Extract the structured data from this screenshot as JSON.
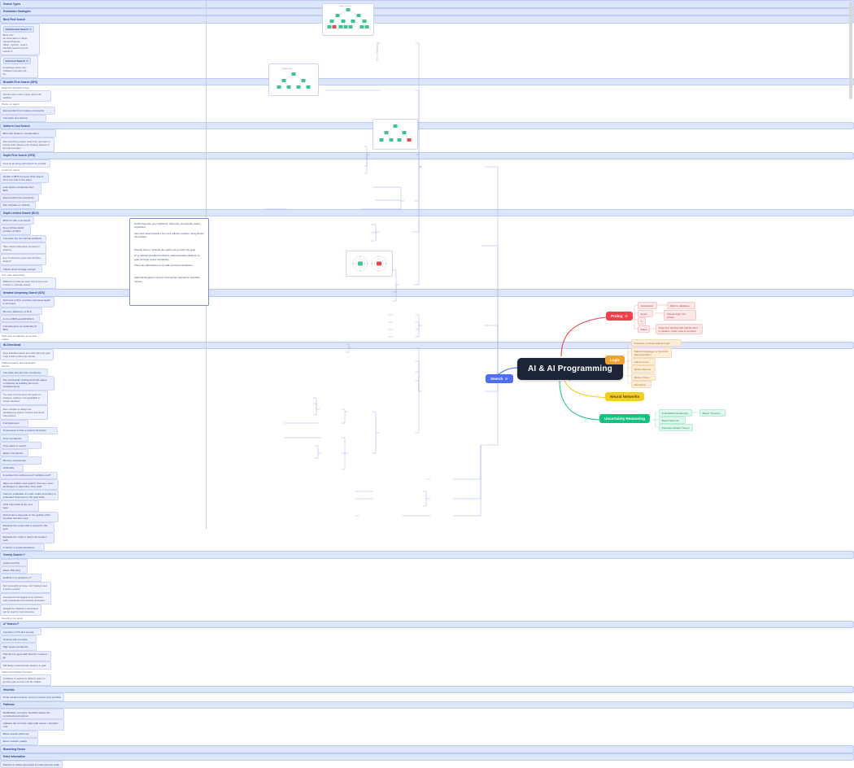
{
  "central": {
    "title": "AI & AI Programming"
  },
  "main_branches": [
    {
      "id": "search",
      "label": "Search",
      "tag": "IP",
      "color": "#4f6ef7"
    },
    {
      "id": "prolog",
      "label": "Prolog",
      "tag": "IP",
      "color": "#f1404a"
    },
    {
      "id": "logic",
      "label": "Logic",
      "tag": "",
      "color": "#f0a030"
    },
    {
      "id": "neural",
      "label": "Neural Networks",
      "tag": "",
      "color": "#f2cf24"
    },
    {
      "id": "uncertainty",
      "label": "Uncertainty Reasoning",
      "tag": "",
      "color": "#17c180"
    }
  ],
  "prolog": {
    "items": [
      {
        "label": "Assertation",
        "child": "Adds to database"
      },
      {
        "label": "Query",
        "child": "Checks logic of a phrase"
      },
      {
        "label": "?-",
        "child": ""
      },
      {
        "label": "Rules",
        "child": "Argument starting with capital letter is variable, lower case is constant"
      }
    ]
  },
  "logic": {
    "items": [
      "Predicate vs Propositional Logic",
      "Natural Language vs Symbolic Representation",
      "Clause Form",
      "Modus Ponens",
      "Modus Tolens",
      "Resolution"
    ]
  },
  "uncertainty": {
    "items": [
      {
        "label": "Probabilistic Reasoning",
        "child": "Bayes' Theorem"
      },
      {
        "label": "Belief Networks",
        "child": ""
      },
      {
        "label": "Dempster-Shafer Theory",
        "child": ""
      }
    ]
  },
  "search": {
    "groups": [
      {
        "id": "search-types",
        "label": "Search Types"
      },
      {
        "id": "uninformed-search",
        "label": "Uninformed Search",
        "tag": "IP"
      },
      {
        "id": "evaluation-strategies",
        "label": "Evaluation Strategies"
      },
      {
        "id": "best-first-search",
        "label": "Best First Search"
      },
      {
        "id": "informed-search",
        "label": "Informed Search",
        "tag": "IP"
      }
    ]
  },
  "uninformed_note": {
    "lines": [
      "Brute Last",
      "No information on Steps",
      "General Purpose",
      "Offset - optimal - search",
      "Heuristic search runs off...",
      "Lecture 3"
    ]
  },
  "informed_note": {
    "lines": [
      "Knowledge seems imp...",
      "Intelligent heuristic met...",
      "It's"
    ]
  },
  "bfs": {
    "label": "Breadth First Search (BFS)",
    "caption": "Searches breadth of tree",
    "notes": [
      "Checks every node in layer order until satisfied",
      "Works on depth"
    ],
    "children": [
      "Exponential time & space complexity",
      "Complete and optimal"
    ]
  },
  "ucs": {
    "label": "Uniform Cost Search",
    "child": "BFS with distance consideration",
    "note": "After searching a layer, search the next layer in priority order based on the shortest distance in the previous layer"
  },
  "dfs": {
    "label": "Depth First Search (DFS)",
    "notes": [
      "Goes as far along each branch as possible",
      "Useful for chess"
    ],
    "children": [
      "Similar to BFS but goes down layers from one side to the other",
      "Less space complexity than BFS",
      "Exponential time complexity",
      "Not complete or optimal"
    ]
  },
  "dls": {
    "label": "Depth Limited Search (DLS)",
    "children": [
      "BFS but with a set depth",
      "Fixes infinite depth problem of DFS",
      "Complete but not optimal solutions"
    ],
    "notes": [
      "Often used if information is known in advance",
      "E.g. if route home goes past 10 cities, always?",
      "Unless dmax is large enough",
      "Use case dependant",
      "Difficult to provide as dmax only known once problem is optimally solved"
    ]
  },
  "ids": {
    "label": "Iterative Deepening Search (IDS)",
    "children": [
      "Performs a DLS, and then increases depth if not found",
      "Memory efficiency of DLS",
      "A mix of BFS and DFS/DLS"
    ],
    "notes": [
      "Completeness an optimality of BFS",
      "High time complexity as revisits nodes"
    ]
  },
  "bidirectional": {
    "label": "Bi-Directional",
    "children": [
      "Does standard search from both start and goal node to find a path more quickly",
      "Complete and low time complexity",
      "Not necessarily optimal and high space complexity as building two trees simultaneously"
    ],
    "notes": [
      "You need to know where the goal is in advance, making it only applicable in certain situations",
      "More complex to design two simultaneous search monitors and check intersections",
      "Called forward- and backward-search"
    ]
  },
  "evaluation": {
    "items": [
      {
        "label": "Completeness",
        "note": "Guaranteed to find a solution (if exists)"
      },
      {
        "label": "Time Complexity",
        "note": "Time taken to search"
      },
      {
        "label": "Space Complexity",
        "note": "Memory requirement"
      },
      {
        "label": "Optimality",
        "note": "Is solution the optimal one if multiple exist?"
      }
    ]
  },
  "best_first": {
    "children": [
      "Same as uniform cost search, but uses more techniques to determine 'best' path",
      "Uses an evaluation to order nodes according to estimated closeness to the goal state",
      "UCS only looks at the next layer",
      "Performance depends on the quality of the heuristic function used"
    ],
    "notes": [
      "Expands the nodes that is closest to the goal",
      "Expands the node or least cost solution path"
    ],
    "variety": "A variety of implementations"
  },
  "greedy": {
    "label": "Greedy Search",
    "tag": "IP",
    "children": [
      "Quick and dirty",
      "Route Planning"
    ],
    "notes": [
      "Inefficient compared to A*",
      "Not necessarily an issue, don't always need a perfect solution",
      "Just goes for the biggest jump (shortest path) repeatedly until reaching destination",
      "Straight line distance to destination can be used for cost estimation",
      "Good but not great"
    ]
  },
  "astar": {
    "label": "A* Search",
    "tag": "IP",
    "children": [
      "Combines UCS and Greedy",
      "Optimal and complete",
      "High space complexity"
    ],
    "notes": [
      "How far I've gone with how far I need to go",
      "Will always underestimate distance to goal",
      "Called Admissible Heuristic",
      "Continues to explore for different option to get best path as there can be multiple"
    ]
  },
  "informed": {
    "items": [
      {
        "label": "Heuristic",
        "notes": [
          "Finds solution quicker versus in lowest time possible"
        ]
      },
      {
        "label": "Pathmax",
        "notes": [
          "Modification to ensure heuristic values are consistent and optimal",
          "Updates the heuristic value with actual + heuristic cost"
        ],
        "left_notes": [
          "Better search efficiency",
          "Better solution quality"
        ]
      },
      {
        "label": "Branching Factor",
        "child": "Extra Information",
        "notes": [
          "Number of nodes generated by each parents node"
        ]
      }
    ]
  },
  "summary_note": {
    "paragraphs": [
      "Uninformed are very inefficient, often lots of irrelevant nodes expanded.",
      "Informed used heuristics for more efficient solution using known information.",
      "-",
      "Greedy tries to minimise the path cost to reach the goal.",
      "A* is optimal provided heuristics underestimates distance to goal, but high space complexity.",
      "There are alternatives to try and overcome limitations.",
      "-",
      "Adversarial games need to incorporate opponents' potential moves."
    ]
  }
}
